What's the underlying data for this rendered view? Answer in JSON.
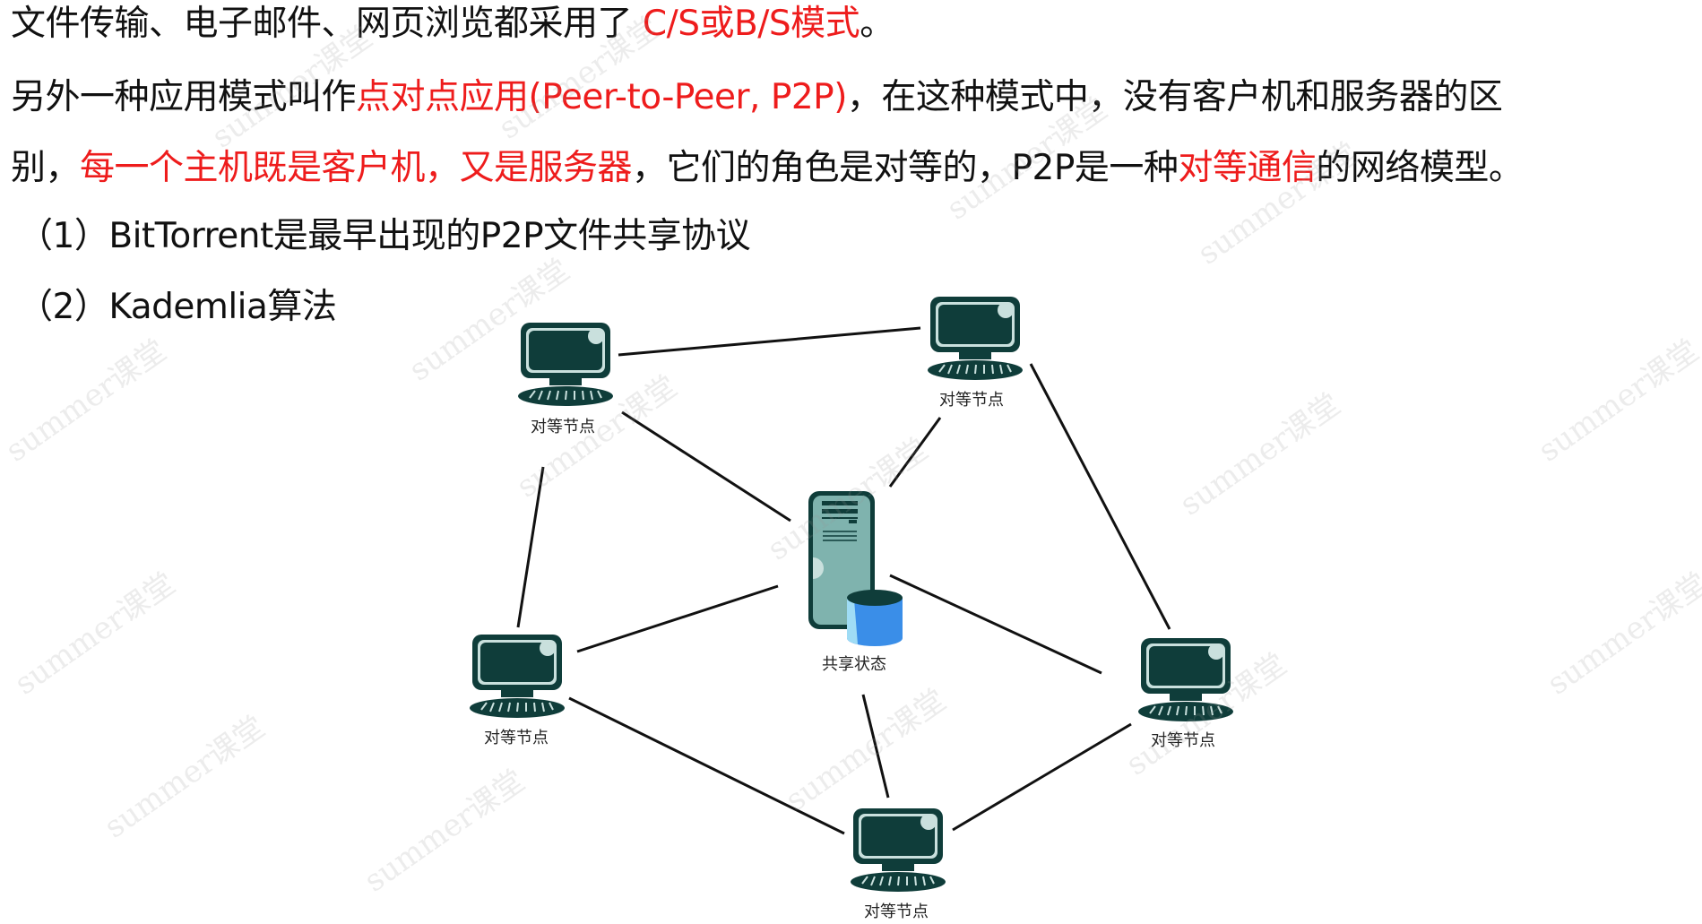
{
  "paragraphs": {
    "line1": {
      "a": "文件传输、电子邮件、网页浏览都采用了 ",
      "b": "C/S或B/S模式",
      "c": "。"
    },
    "line2": {
      "a": "另外一种应用模式叫作",
      "b": "点对点应用(Peer-to-Peer, P2P)",
      "c": "，在这种模式中，没有客户机和服务器的区"
    },
    "line3": {
      "a": "别，",
      "b": "每一个主机既是客户机，又是服务器",
      "c": "，它们的角色是对等的，P2P是一种",
      "d": "对等通信",
      "e": "的网络模型。"
    },
    "item1": "（1）BitTorrent是最早出现的P2P文件共享协议",
    "item2": "（2）Kademlia算法"
  },
  "diagram": {
    "peer_label": "对等节点",
    "server_label": "共享状态"
  },
  "watermark": "summer课堂",
  "colors": {
    "highlight": "#ee1c1c",
    "device": "#0f3d3a",
    "server_body": "#7fb3ae",
    "database": "#3a8ee8"
  }
}
